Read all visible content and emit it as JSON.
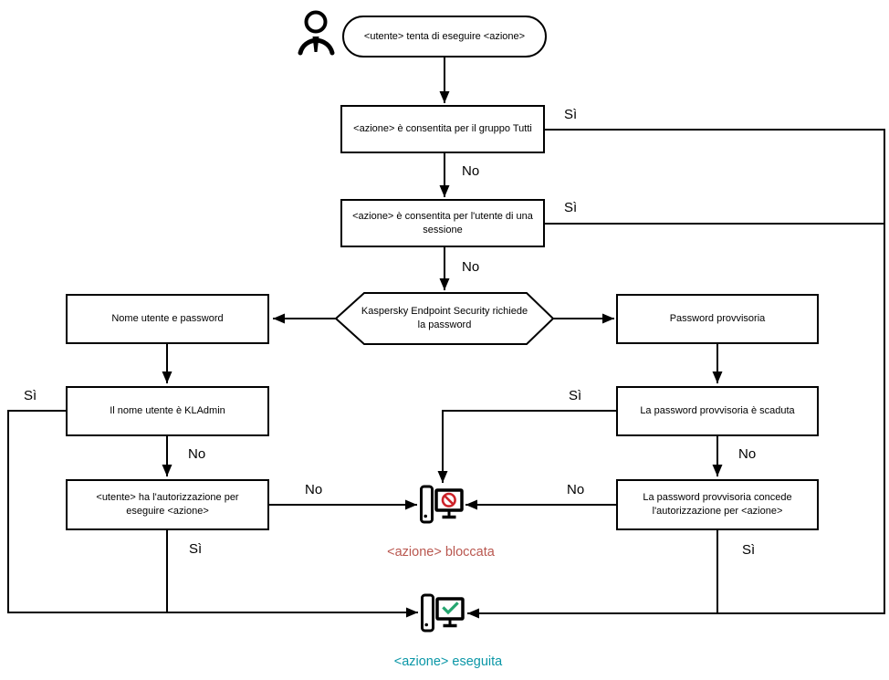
{
  "diagram": {
    "start": "<utente> tenta di eseguire <azione>",
    "nodes": {
      "group_check": "<azione> è consentita per il gruppo Tutti",
      "session_check": "<azione> è consentita per l'utente di una sessione",
      "password_request": "Kaspersky Endpoint Security richiede la password",
      "username_password": "Nome utente e password",
      "temporary_password": "Password provvisoria",
      "kladmin_check": "Il nome utente è KLAdmin",
      "user_permission_check": "<utente> ha l'autorizzazione per eseguire <azione>",
      "temp_password_expired": "La password provvisoria è scaduta",
      "temp_password_grants": "La password provvisoria concede l'autorizzazione per <azione>"
    },
    "edges": {
      "group_yes": "Sì",
      "group_no": "No",
      "session_yes": "Sì",
      "session_no": "No",
      "kladmin_yes": "Sì",
      "kladmin_no": "No",
      "permission_no": "No",
      "permission_yes": "Sì",
      "expired_yes": "Sì",
      "expired_no": "No",
      "grants_no": "No",
      "grants_yes": "Sì"
    },
    "outcomes": {
      "blocked": {
        "label": "<azione> bloccata",
        "text_color": "#b9574f",
        "badge_color": "#cc2229"
      },
      "executed": {
        "label": "<azione> eseguita",
        "text_color": "#0b97a7",
        "badge_color": "#23a56f"
      }
    },
    "line_color": "#000000"
  }
}
